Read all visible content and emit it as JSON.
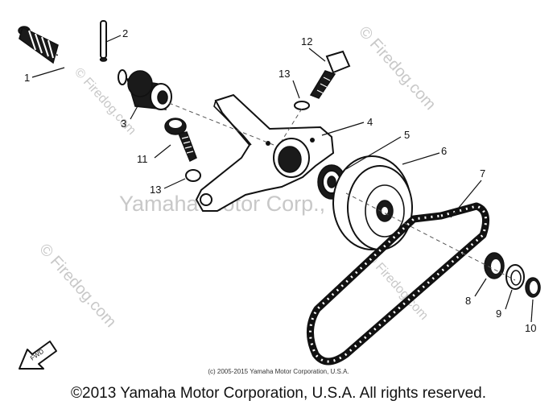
{
  "watermarks": {
    "firedog": "© Firedog.com",
    "yamaha": "Yamaha Motor Corp., U.S.A."
  },
  "callouts": {
    "c1": "1",
    "c2": "2",
    "c3": "3",
    "c4": "4",
    "c5": "5",
    "c6": "6",
    "c7": "7",
    "c8": "8",
    "c9": "9",
    "c10": "10",
    "c11": "11",
    "c12": "12",
    "c13a": "13",
    "c13b": "13"
  },
  "fwd_label": "FWD",
  "small_copyright": "(c) 2005-2015 Yamaha Motor Corporation, U.S.A.",
  "main_copyright": "©2013 Yamaha Motor Corporation, U.S.A. All rights reserved.",
  "colors": {
    "ink": "#111111",
    "watermark": "#c8c8c8",
    "background": "#ffffff"
  }
}
